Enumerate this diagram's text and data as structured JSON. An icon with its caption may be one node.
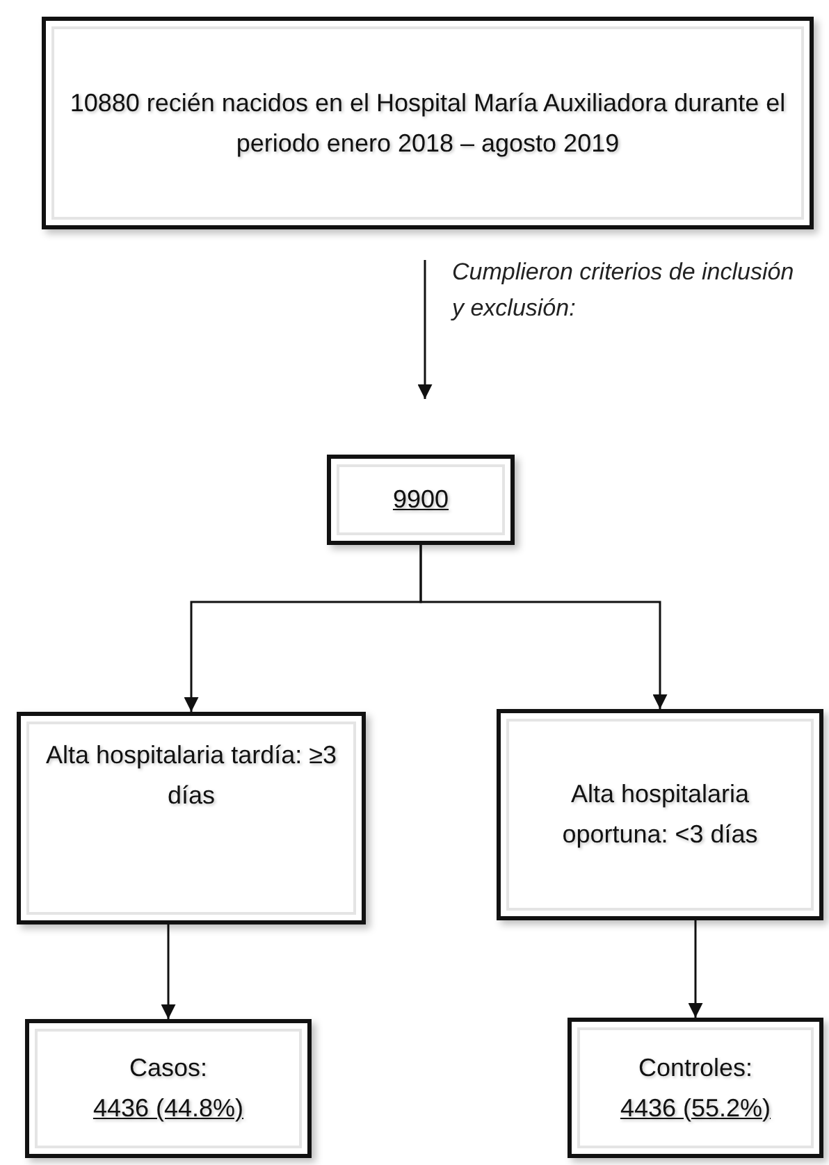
{
  "diagram": {
    "nodes": [
      {
        "text": [
          "10880 recién nacidos en el Hospital María Auxiliadora durante el periodo enero 2018 – agosto 2019"
        ]
      },
      {
        "text": [
          "9900"
        ]
      },
      {
        "text": [
          "Alta hospitalaria tardía: ≥3 días"
        ]
      },
      {
        "text": [
          "Alta hospitalaria oportuna: <3 días"
        ]
      },
      {
        "text": [
          "Casos:",
          "4436 (44.8%)"
        ]
      },
      {
        "text": [
          "Controles:",
          "4436 (55.2%)"
        ]
      }
    ],
    "edges": [
      {
        "from": 0,
        "to": 1,
        "arrow": "to",
        "label": "Cumplieron criterios de inclusión y exclusión:"
      },
      {
        "from": 1,
        "to": 2,
        "arrow": "to"
      },
      {
        "from": 1,
        "to": 3,
        "arrow": "to"
      },
      {
        "from": 2,
        "to": 4,
        "arrow": "to"
      },
      {
        "from": 3,
        "to": 5,
        "arrow": "to"
      }
    ]
  }
}
